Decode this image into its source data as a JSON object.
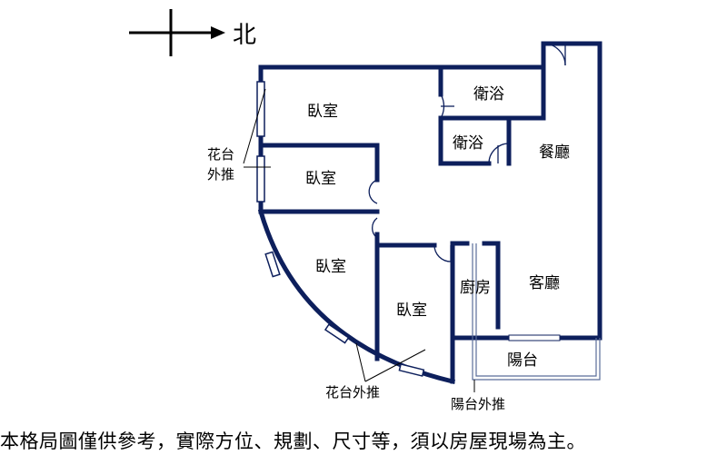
{
  "compass": {
    "label": "北"
  },
  "rooms": {
    "bedroom_top": "臥室",
    "bath_top": "衛浴",
    "bath_mid": "衛浴",
    "dining": "餐廳",
    "bedroom_mid": "臥室",
    "bedroom_large": "臥室",
    "bedroom_small": "臥室",
    "kitchen": "廚房",
    "living": "客廳",
    "balcony": "陽台"
  },
  "notes": {
    "planter_push_line1": "花台",
    "planter_push_line2": "外推",
    "planter_push_bottom": "花台外推",
    "balcony_push": "陽台外推"
  },
  "disclaimer": "本格局圖僅供參考，實際方位、規劃、尺寸等，須以房屋現場為主。",
  "colors": {
    "wall": "#0d1f5c",
    "background": "#ffffff",
    "text": "#000000"
  }
}
